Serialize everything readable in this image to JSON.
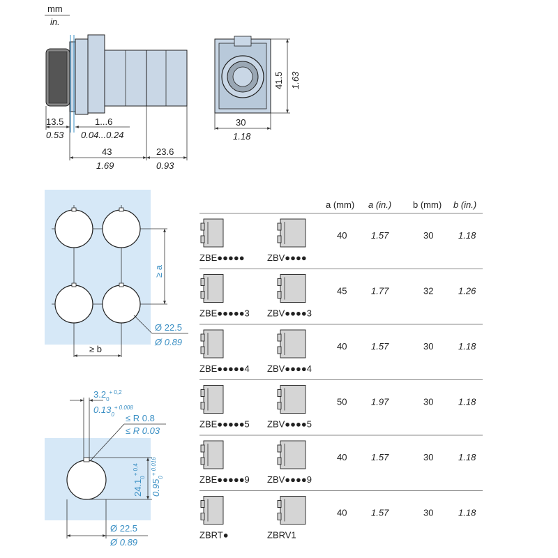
{
  "units": {
    "mm": "mm",
    "in": "in."
  },
  "side_view": {
    "dims": {
      "d13_5": "13.5",
      "d0_53": "0.53",
      "d1_6": "1...6",
      "d0_04_0_24": "0.04...0.24",
      "d43": "43",
      "d1_69": "1.69",
      "d23_6": "23.6",
      "d0_93": "0.93"
    }
  },
  "front_view": {
    "dims": {
      "d30": "30",
      "d1_18": "1.18",
      "d41_5": "41.5",
      "d1_63": "1.63"
    }
  },
  "mounting": {
    "a_label": "≥ a",
    "b_label": "≥ b",
    "dia_mm": "Ø 22.5",
    "dia_in": "Ø 0.89"
  },
  "cutout": {
    "w_mm_main": "3.2",
    "w_mm_sub": "0",
    "w_mm_sup": "+ 0,2",
    "w_in_main": "0.13",
    "w_in_sub": "0",
    "w_in_sup": "+ 0.008",
    "r_mm": "≤ R 0.8",
    "r_in": "≤ R 0.03",
    "h_mm_main": "24.1",
    "h_mm_sub": "0",
    "h_mm_sup": "+ 0,4",
    "h_in_main": "0.95",
    "h_in_sub": "0",
    "h_in_sup": "+ 0.016",
    "dia_mm": "Ø 22.5",
    "dia_in": "Ø 0.89"
  },
  "table": {
    "headers": [
      "a (mm)",
      "a (in.)",
      "b (mm)",
      "b (in.)"
    ],
    "rows": [
      {
        "left": "ZBE●●●●●",
        "right": "ZBV●●●●",
        "a_mm": "40",
        "a_in": "1.57",
        "b_mm": "30",
        "b_in": "1.18"
      },
      {
        "left": "ZBE●●●●●3",
        "right": "ZBV●●●●3",
        "a_mm": "45",
        "a_in": "1.77",
        "b_mm": "32",
        "b_in": "1.26"
      },
      {
        "left": "ZBE●●●●●4",
        "right": "ZBV●●●●4",
        "a_mm": "40",
        "a_in": "1.57",
        "b_mm": "30",
        "b_in": "1.18"
      },
      {
        "left": "ZBE●●●●●5",
        "right": "ZBV●●●●5",
        "a_mm": "50",
        "a_in": "1.97",
        "b_mm": "30",
        "b_in": "1.18"
      },
      {
        "left": "ZBE●●●●●9",
        "right": "ZBV●●●●9",
        "a_mm": "40",
        "a_in": "1.57",
        "b_mm": "30",
        "b_in": "1.18"
      },
      {
        "left": "ZBRT●",
        "right": "ZBRV1",
        "a_mm": "40",
        "a_in": "1.57",
        "b_mm": "30",
        "b_in": "1.18"
      }
    ]
  }
}
